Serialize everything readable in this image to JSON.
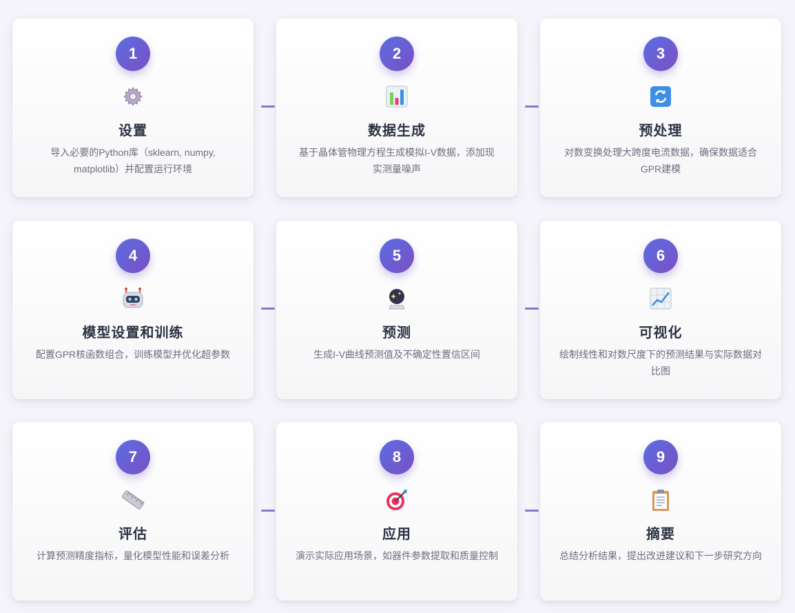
{
  "steps": [
    {
      "num": "1",
      "title": "设置",
      "desc": "导入必要的Python库（sklearn, numpy, matplotlib）并配置运行环境",
      "icon": "gear-icon"
    },
    {
      "num": "2",
      "title": "数据生成",
      "desc": "基于晶体管物理方程生成模拟I-V数据，添加现实测量噪声",
      "icon": "bar-chart-icon"
    },
    {
      "num": "3",
      "title": "预处理",
      "desc": "对数变换处理大跨度电流数据，确保数据适合GPR建模",
      "icon": "refresh-icon"
    },
    {
      "num": "4",
      "title": "模型设置和训练",
      "desc": "配置GPR核函数组合，训练模型并优化超参数",
      "icon": "robot-icon"
    },
    {
      "num": "5",
      "title": "预测",
      "desc": "生成I-V曲线预测值及不确定性置信区间",
      "icon": "crystal-ball-icon"
    },
    {
      "num": "6",
      "title": "可视化",
      "desc": "绘制线性和对数尺度下的预测结果与实际数据对比图",
      "icon": "line-chart-icon"
    },
    {
      "num": "7",
      "title": "评估",
      "desc": "计算预测精度指标，量化模型性能和误差分析",
      "icon": "ruler-icon"
    },
    {
      "num": "8",
      "title": "应用",
      "desc": "演示实际应用场景，如器件参数提取和质量控制",
      "icon": "target-icon"
    },
    {
      "num": "9",
      "title": "摘要",
      "desc": "总结分析结果，提出改进建议和下一步研究方向",
      "icon": "clipboard-icon"
    }
  ],
  "colors": {
    "badge_start": "#5b6ee1",
    "badge_end": "#7a4fc4",
    "connector": "#7f79cf",
    "title": "#2b3242",
    "desc": "#6c6f7d"
  }
}
